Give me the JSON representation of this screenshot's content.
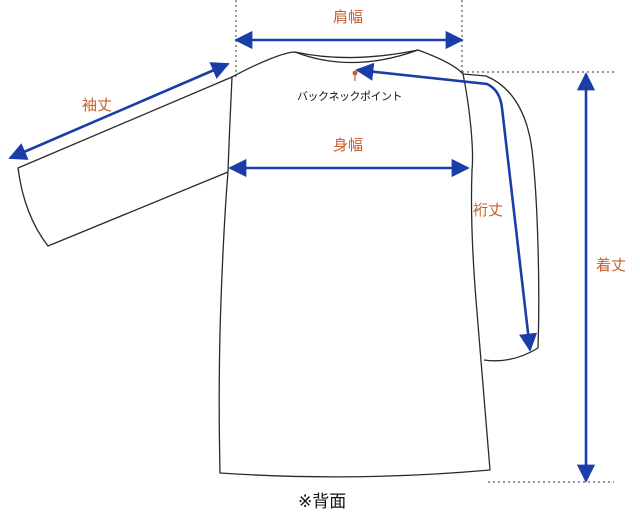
{
  "labels": {
    "shoulder_width": "肩幅",
    "sleeve_length": "袖丈",
    "back_neck_point": "バックネックポイント",
    "body_width": "身幅",
    "yuki_length": "裄丈",
    "total_length": "着丈",
    "note": "※背面"
  },
  "colors": {
    "arrow": "#1a3da8",
    "label": "#c5602a",
    "outline": "#2a2a2a",
    "guide": "#333333",
    "neck_marker": "#c5602a"
  }
}
